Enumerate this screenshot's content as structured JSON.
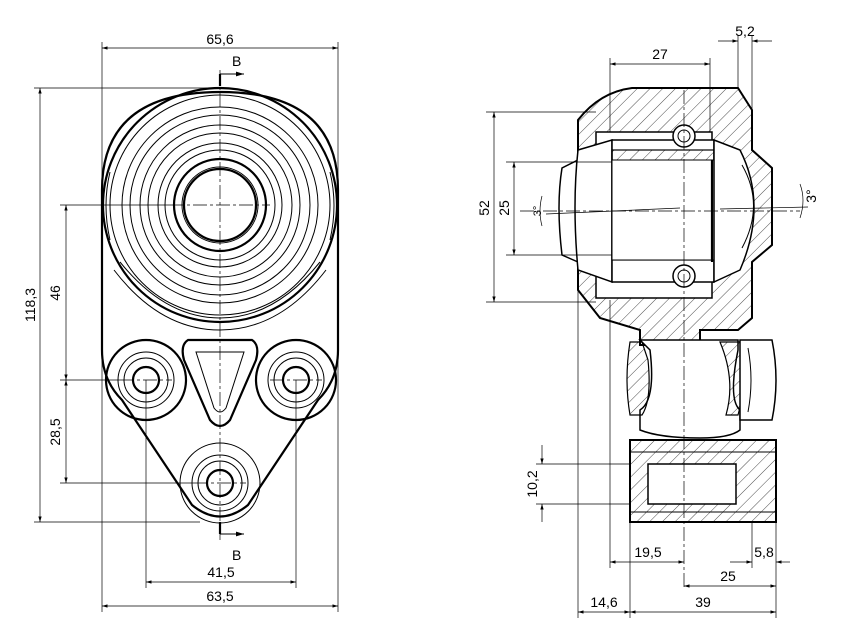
{
  "front_view": {
    "dims": {
      "overall_width_top": "65,6",
      "section_mark_top": "B",
      "section_mark_bottom": "B",
      "overall_height": "118,3",
      "center_to_holes": "46",
      "holes_to_bottom": "28,5",
      "hole_spacing": "41,5",
      "base_width": "63,5"
    }
  },
  "section_view": {
    "dims": {
      "width_27": "27",
      "width_5_2": "5,2",
      "dia_52": "52",
      "dia_25": "25",
      "angle_inner": "3°",
      "angle_outer": "3°",
      "dia_10_2": "10,2",
      "dist_19_5": "19,5",
      "dist_5_8": "5,8",
      "dist_25": "25",
      "dist_14_6": "14,6",
      "dist_39": "39"
    }
  }
}
